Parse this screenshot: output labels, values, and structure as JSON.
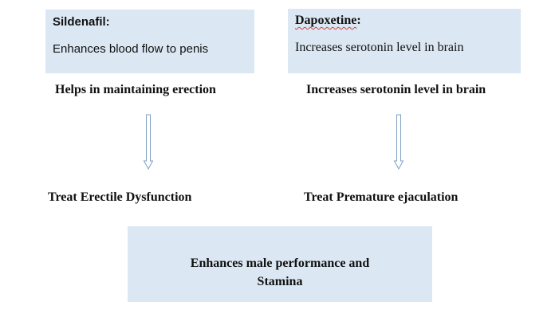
{
  "boxes": {
    "sildenafil": {
      "title": "Sildenafil:",
      "text": "Enhances blood flow to penis"
    },
    "dapoxetine": {
      "title_word": "Dapoxetine",
      "title_suffix": ":",
      "text": "Increases serotonin level in brain"
    },
    "result": {
      "line1": "Enhances male performance and",
      "line2": "Stamina"
    }
  },
  "labels": {
    "left_effect": "Helps in maintaining erection",
    "right_effect": "Increases serotonin level in brain",
    "left_treat": "Treat Erectile Dysfunction",
    "right_treat": "Treat Premature ejaculation"
  },
  "colors": {
    "box_fill": "#dbe7f3",
    "arrow_stroke": "#7f9fc4"
  },
  "icons": {
    "down_arrow": "down-arrow-icon"
  }
}
